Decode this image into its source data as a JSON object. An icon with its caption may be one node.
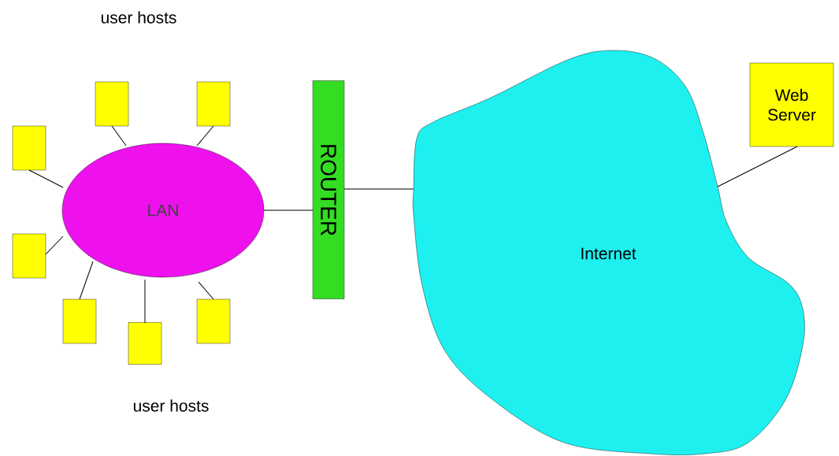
{
  "diagram": {
    "nodes": [
      {
        "text": [
          "LAN"
        ]
      },
      {
        "text": [],
        "shape": "box"
      },
      {
        "text": [],
        "shape": "box"
      },
      {
        "text": [],
        "shape": "box"
      },
      {
        "text": [],
        "shape": "box"
      },
      {
        "text": [],
        "shape": "box"
      },
      {
        "text": [],
        "shape": "box"
      },
      {
        "text": [],
        "shape": "box"
      },
      {
        "text": [
          "ROUTER"
        ]
      },
      {
        "text": [
          "Internet"
        ]
      },
      {
        "text": [
          "Web Server"
        ]
      }
    ],
    "edges": [
      {
        "from": 1,
        "to": 0,
        "arrow": "none"
      },
      {
        "from": 2,
        "to": 0,
        "arrow": "none"
      },
      {
        "from": 3,
        "to": 0,
        "arrow": "none"
      },
      {
        "from": 4,
        "to": 0,
        "arrow": "none"
      },
      {
        "from": 5,
        "to": 0,
        "arrow": "none"
      },
      {
        "from": 6,
        "to": 0,
        "arrow": "none"
      },
      {
        "from": 7,
        "to": 0,
        "arrow": "none"
      },
      {
        "from": 0,
        "to": 8,
        "arrow": "none"
      },
      {
        "from": 8,
        "to": 9,
        "arrow": "none"
      },
      {
        "from": 9,
        "to": 10,
        "arrow": "none"
      }
    ],
    "labels": [
      "user hosts",
      "user hosts"
    ]
  }
}
